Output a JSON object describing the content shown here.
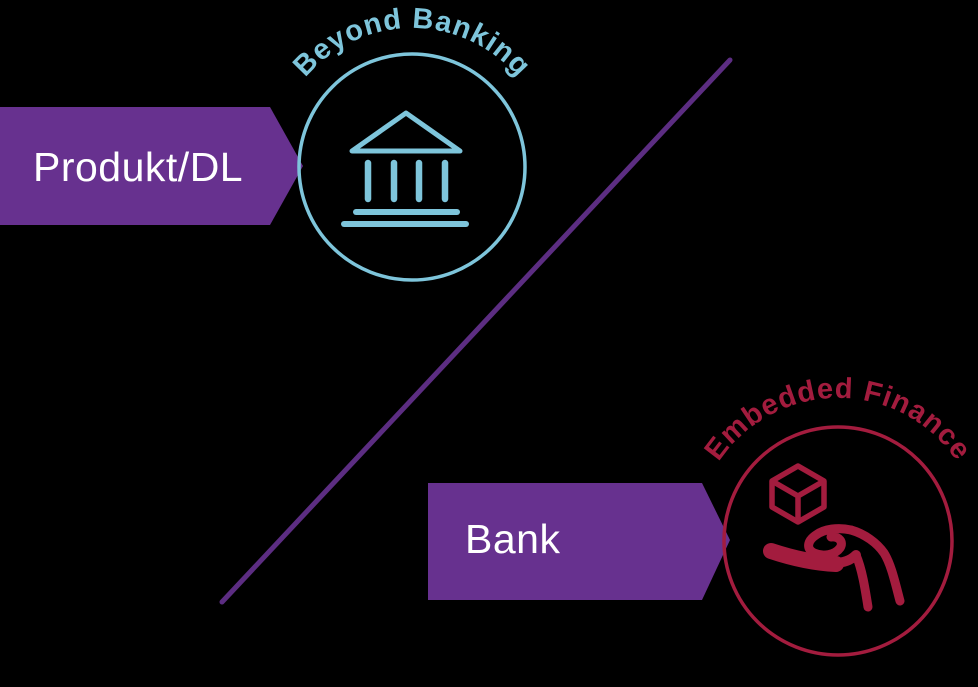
{
  "diagram": {
    "background_color": "#000000",
    "left_banner": {
      "label": "Produkt/DL",
      "color": "#67318f",
      "text_color": "#ffffff"
    },
    "right_banner": {
      "label": "Bank",
      "color": "#67318f",
      "text_color": "#ffffff"
    },
    "left_circle": {
      "arc_label": "Beyond Banking",
      "icon": "bank-building-icon",
      "color": "#7ec5db"
    },
    "right_circle": {
      "arc_label": "Embedded Finance",
      "icon": "hand-holding-cube-icon",
      "color": "#a31c3e"
    },
    "divider": {
      "color": "#5c2d82"
    }
  }
}
